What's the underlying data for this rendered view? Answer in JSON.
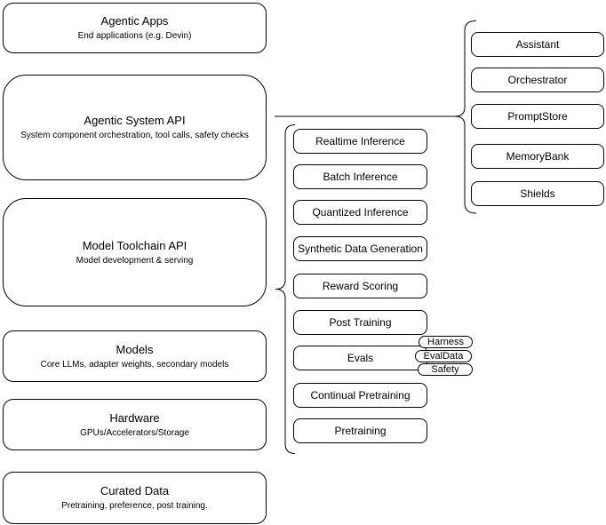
{
  "diagram": {
    "layers": [
      {
        "title": "Agentic Apps",
        "subtitle": "End applications (e.g. Devin)"
      },
      {
        "title": "Agentic System API",
        "subtitle": "System component orchestration, tool calls, safety checks"
      },
      {
        "title": "Model Toolchain API",
        "subtitle": "Model development & serving"
      },
      {
        "title": "Models",
        "subtitle": "Core LLMs, adapter weights, secondary models"
      },
      {
        "title": "Hardware",
        "subtitle": "GPUs/Accelerators/Storage"
      },
      {
        "title": "Curated Data",
        "subtitle": "Pretraining, preference, post training."
      }
    ],
    "toolchain_components": [
      "Realtime Inference",
      "Batch Inference",
      "Quantized Inference",
      "Synthetic Data Generation",
      "Reward Scoring",
      "Post Training",
      "Evals",
      "Continual Pretraining",
      "Pretraining"
    ],
    "eval_pills": [
      "Harness",
      "EvalData",
      "Safety"
    ],
    "system_components": [
      "Assistant",
      "Orchestrator",
      "PromptStore",
      "MemoryBank",
      "Shields"
    ],
    "colors": {
      "stroke": "#000000",
      "fill": "#ffffff",
      "background": "#ffffff"
    }
  }
}
